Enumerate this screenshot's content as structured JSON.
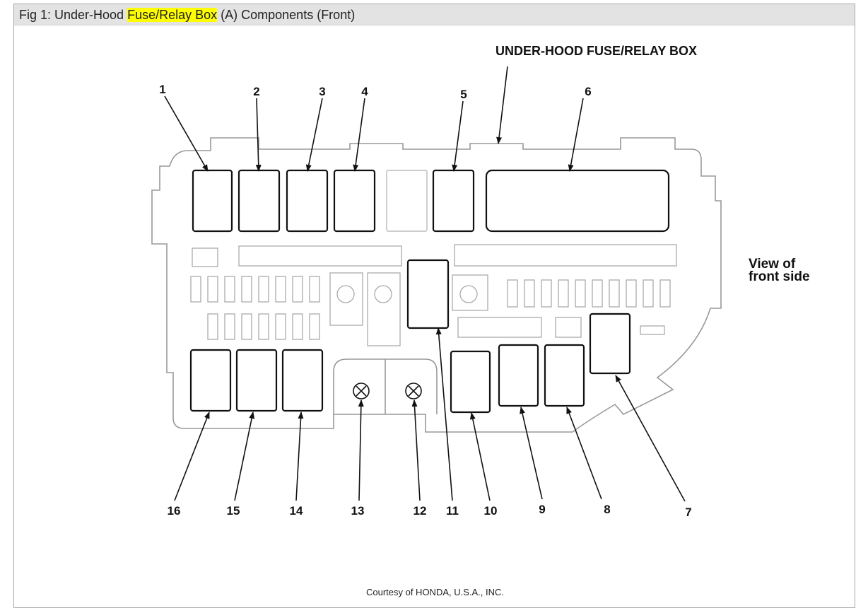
{
  "title": {
    "prefix": "Fig 1: Under-Hood ",
    "highlight": "Fuse/Relay Box",
    "suffix": " (A) Components (Front)",
    "highlight_color": "#ffff00"
  },
  "diagram": {
    "box_label": "UNDER-HOOD FUSE/RELAY BOX",
    "view_line1": "View of",
    "view_line2": "front side",
    "callouts": [
      "1",
      "2",
      "3",
      "4",
      "5",
      "6",
      "7",
      "8",
      "9",
      "10",
      "11",
      "12",
      "13",
      "14",
      "15",
      "16"
    ]
  },
  "credit": "Courtesy of HONDA, U.S.A., INC."
}
